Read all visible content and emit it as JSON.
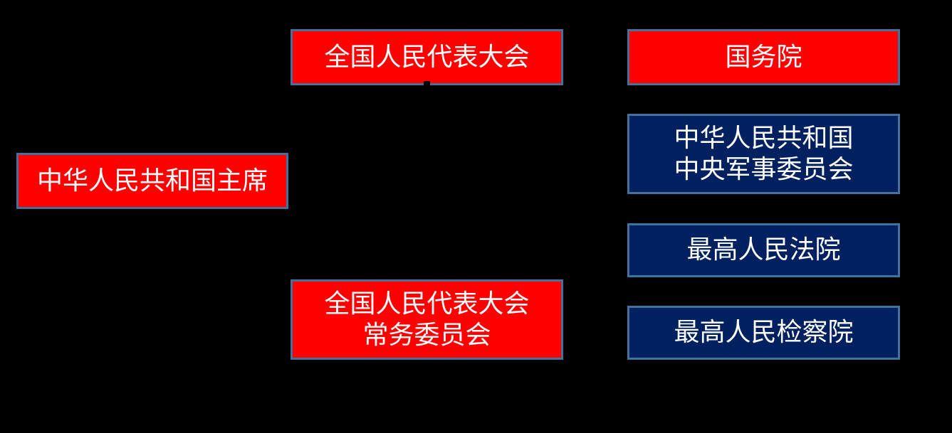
{
  "diagram": {
    "background_color": "#000000",
    "colors": {
      "red_fill": "#FE0000",
      "navy_fill": "#002060",
      "box_border": "#41719C",
      "text": "#FFFFFF"
    },
    "nodes": [
      {
        "id": "npc",
        "fill": "red",
        "lines": [
          "全国人民代表大会"
        ]
      },
      {
        "id": "state-council",
        "fill": "red",
        "lines": [
          "国务院"
        ]
      },
      {
        "id": "president",
        "fill": "red",
        "lines": [
          "中华人民共和国主席"
        ]
      },
      {
        "id": "central-military-commission",
        "fill": "navy",
        "lines": [
          "中华人民共和国",
          "中央军事委员会"
        ]
      },
      {
        "id": "supreme-court",
        "fill": "navy",
        "lines": [
          "最高人民法院"
        ]
      },
      {
        "id": "npc-standing-committee",
        "fill": "red",
        "lines": [
          "全国人民代表大会",
          "常务委员会"
        ]
      },
      {
        "id": "supreme-procuratorate",
        "fill": "navy",
        "lines": [
          "最高人民检察院"
        ]
      }
    ]
  }
}
